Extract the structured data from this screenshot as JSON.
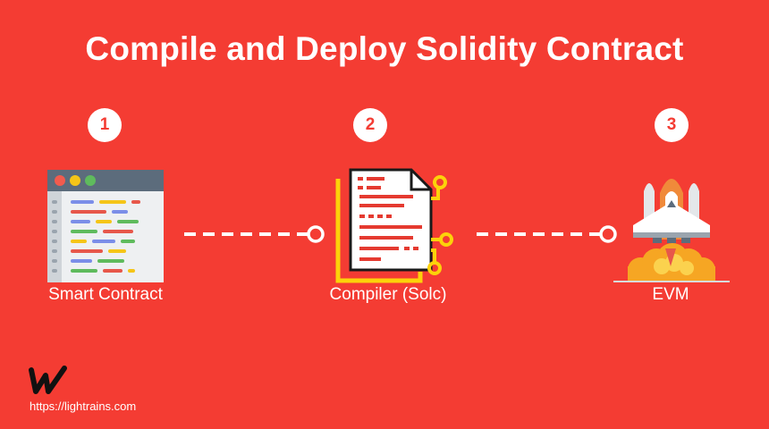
{
  "title": "Compile and Deploy Solidity Contract",
  "steps": [
    {
      "number": "1",
      "label": "Smart Contract"
    },
    {
      "number": "2",
      "label": "Compiler (Solc)"
    },
    {
      "number": "3",
      "label": "EVM"
    }
  ],
  "footer": {
    "url": "https://lightrains.com"
  },
  "colors": {
    "background": "#f43c33",
    "badge": "#ffffff",
    "compiler_accent": "#fcd20a",
    "rocket_flame": "#f6a623"
  }
}
